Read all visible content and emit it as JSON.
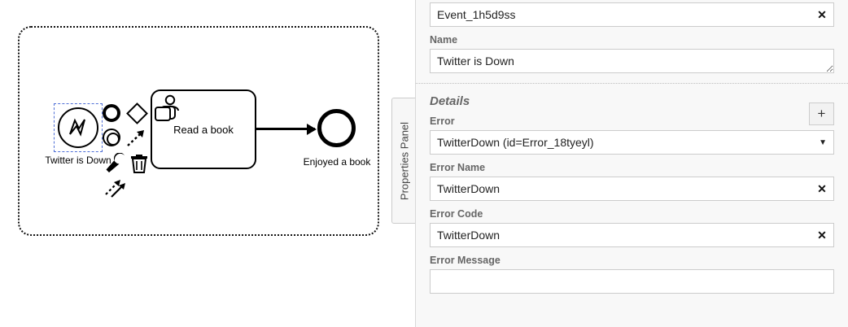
{
  "canvas": {
    "selection_frame": "lasso-selection-frame",
    "elements": {
      "start_event": {
        "type": "error-start-event",
        "label": "Twitter is Down",
        "icon": "error-bolt-icon",
        "selected": true
      },
      "task": {
        "type": "user-task",
        "label": "Read a book",
        "icon": "user-icon"
      },
      "end_event": {
        "type": "end-event",
        "label": "Enjoyed a book"
      },
      "flow": {
        "type": "sequence-flow"
      }
    },
    "context_pad": {
      "items": [
        {
          "name": "append-end-event",
          "icon": "end-event-icon"
        },
        {
          "name": "append-gateway",
          "icon": "gateway-diamond-icon"
        },
        {
          "name": "append-task",
          "icon": "task-rect-icon"
        },
        {
          "name": "append-intermediate-event",
          "icon": "intermediate-event-icon"
        },
        {
          "name": "connect",
          "icon": "connect-arrow-icon"
        },
        {
          "name": "change-type",
          "icon": "wrench-icon"
        },
        {
          "name": "delete",
          "icon": "trash-icon"
        },
        {
          "name": "append-arrows",
          "icon": "append-arrows-icon"
        }
      ]
    }
  },
  "panel_tab": {
    "label": "Properties Panel"
  },
  "panel": {
    "id_field": {
      "value": "Event_1h5d9ss",
      "clear_icon": "✕"
    },
    "name_field": {
      "label": "Name",
      "value": "Twitter is Down"
    },
    "details": {
      "heading": "Details",
      "error": {
        "label": "Error",
        "add_label": "+",
        "selected": "TwitterDown (id=Error_18tyeyl)",
        "caret": "▼"
      },
      "error_name": {
        "label": "Error Name",
        "value": "TwitterDown",
        "clear_icon": "✕"
      },
      "error_code": {
        "label": "Error Code",
        "value": "TwitterDown",
        "clear_icon": "✕"
      },
      "error_message": {
        "label": "Error Message",
        "value": "",
        "placeholder": ""
      }
    }
  },
  "colors": {
    "panel_bg": "#f8f8f8",
    "input_border": "#cccccc",
    "label_text": "#666666",
    "selection_blue": "#4f6fd6"
  }
}
